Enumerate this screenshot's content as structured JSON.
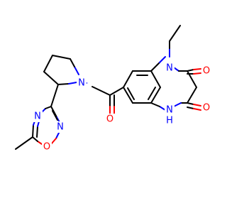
{
  "molecule": {
    "colors": {
      "carbon": "#000000",
      "nitrogen": "#0000ff",
      "oxygen": "#ff0000",
      "background": "#ffffff"
    },
    "atom_labels": {
      "n1": "N",
      "o_c2": "O",
      "o_c3": "O",
      "n4h": "N",
      "n4h_hydrogen": "H",
      "o_amide": "O",
      "n_pyrrolidine": "N",
      "n_oxadiazole_top": "N",
      "o_oxadiazole": "O",
      "n_oxadiazole_left": "N"
    }
  }
}
